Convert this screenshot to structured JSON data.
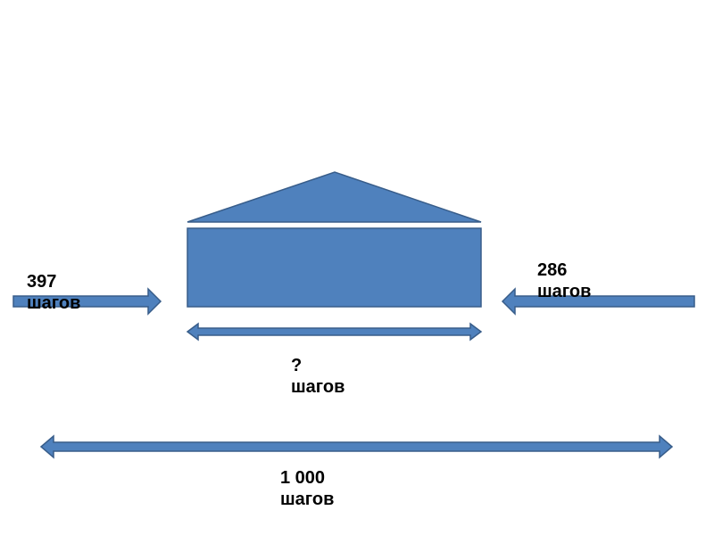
{
  "colors": {
    "fill": "#4f81bd",
    "stroke": "#385d8a"
  },
  "labels": {
    "left": {
      "number": "397",
      "unit": "шагов"
    },
    "right": {
      "number": "286",
      "unit": "шагов"
    },
    "middle": {
      "number": "?",
      "unit": "шагов"
    },
    "total": {
      "number": "1 000",
      "unit": "шагов"
    }
  }
}
